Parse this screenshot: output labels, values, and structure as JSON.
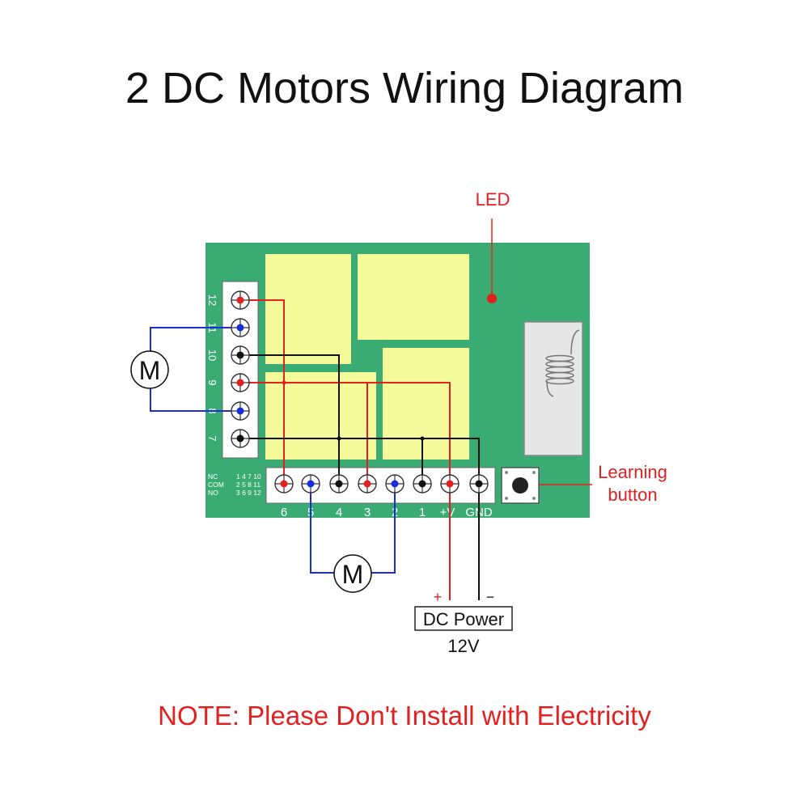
{
  "title": "2 DC Motors Wiring Diagram",
  "note": "NOTE: Please Don't Install with Electricity",
  "colors": {
    "board": "#3aac73",
    "relay": "#f4fa9a",
    "wire_red": "#e32020",
    "wire_blue": "#1a2ed8",
    "wire_black": "#111111",
    "callout": "#e32020"
  },
  "callouts": {
    "led": "LED",
    "learning_line1": "Learning",
    "learning_line2": "button"
  },
  "side_terminals": [
    "12",
    "11",
    "10",
    "9",
    "8",
    "7"
  ],
  "bottom_terminals": [
    "6",
    "5",
    "4",
    "3",
    "2",
    "1",
    "+V",
    "GND"
  ],
  "legend": {
    "rows": [
      "NC",
      "COM",
      "NO"
    ],
    "pins": [
      "1 4 7 10",
      "2 5 8 11",
      "3 6 9 12"
    ]
  },
  "motors": {
    "left": "M",
    "bottom": "M"
  },
  "power": {
    "label": "DC Power",
    "voltage": "12V",
    "plus": "+",
    "minus": "−"
  }
}
